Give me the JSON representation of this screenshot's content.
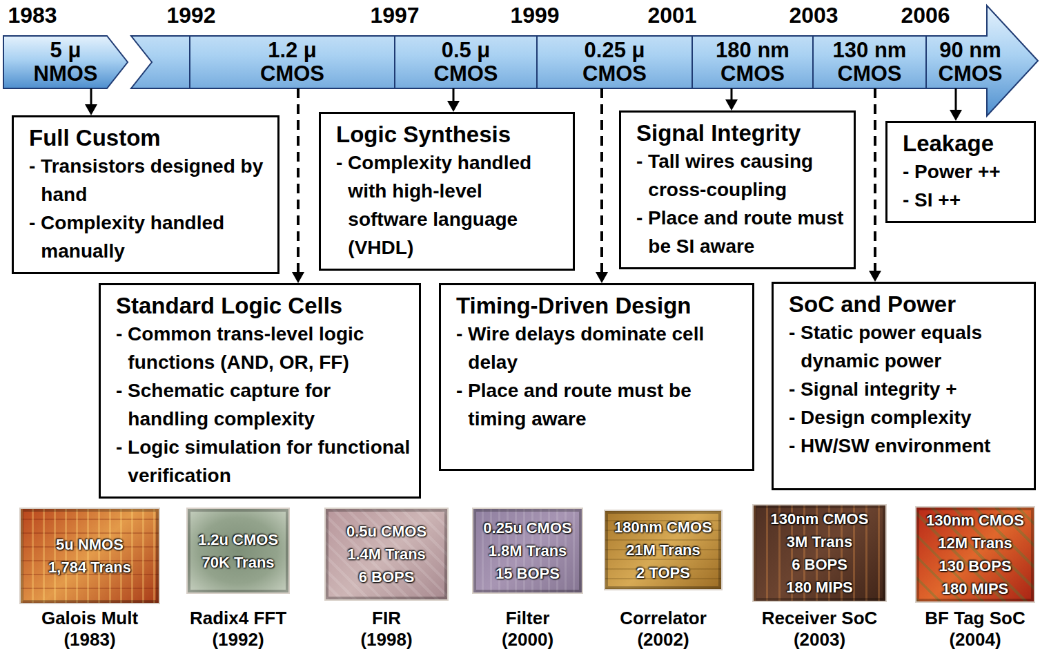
{
  "diagram": {
    "nodes": [
      {
        "text": [
          "5 μ NMOS"
        ]
      },
      {
        "text": [
          "1.2 μ CMOS"
        ]
      },
      {
        "text": [
          "0.5 μ CMOS"
        ]
      },
      {
        "text": [
          "0.25 μ CMOS"
        ]
      },
      {
        "text": [
          "180 nm CMOS"
        ]
      },
      {
        "text": [
          "130 nm CMOS"
        ]
      },
      {
        "text": [
          "90 nm CMOS"
        ]
      },
      {
        "text": [
          "Full Custom",
          "- Transistors designed by hand",
          "- Complexity handled manually"
        ]
      },
      {
        "text": [
          "Logic Synthesis",
          "- Complexity handled with high-level software language (VHDL)"
        ]
      },
      {
        "text": [
          "Signal Integrity",
          "- Tall wires causing cross-coupling",
          "- Place and route must be SI aware"
        ]
      },
      {
        "text": [
          "Leakage",
          "- Power ++",
          "- SI ++"
        ]
      },
      {
        "text": [
          "Standard Logic Cells",
          "- Common trans-level logic functions (AND, OR, FF)",
          "- Schematic capture for handling complexity",
          "- Logic simulation for functional verification"
        ]
      },
      {
        "text": [
          "Timing-Driven Design",
          "- Wire delays dominate cell delay",
          "- Place and route must be timing aware"
        ]
      },
      {
        "text": [
          "SoC and Power",
          "- Static power equals dynamic power",
          "- Signal integrity +",
          "- Design complexity",
          "- HW/SW environment"
        ]
      },
      {
        "text": [
          "5u NMOS",
          "1,784 Trans",
          "Galois Mult (1983)"
        ]
      },
      {
        "text": [
          "1.2u CMOS",
          "70K Trans",
          "Radix4 FFT (1992)"
        ]
      },
      {
        "text": [
          "0.5u CMOS",
          "1.4M Trans",
          "6 BOPS",
          "FIR (1998)"
        ]
      },
      {
        "text": [
          "0.25u CMOS",
          "1.8M Trans",
          "15 BOPS",
          "Filter (2000)"
        ]
      },
      {
        "text": [
          "180nm CMOS",
          "21M Trans",
          "2 TOPS",
          "Correlator (2002)"
        ]
      },
      {
        "text": [
          "130nm CMOS",
          "3M Trans",
          "6 BOPS",
          "180 MIPS",
          "Receiver SoC (2003)"
        ]
      },
      {
        "text": [
          "130nm CMOS",
          "12M Trans",
          "130 BOPS",
          "180 MIPS",
          "BF Tag SoC (2004)"
        ]
      }
    ],
    "edges": [
      {
        "from": 0,
        "to": 7,
        "arrow": "to"
      },
      {
        "from": 1,
        "to": 11,
        "arrow": "to"
      },
      {
        "from": 2,
        "to": 8,
        "arrow": "to"
      },
      {
        "from": 3,
        "to": 12,
        "arrow": "to"
      },
      {
        "from": 4,
        "to": 9,
        "arrow": "to"
      },
      {
        "from": 5,
        "to": 13,
        "arrow": "to"
      },
      {
        "from": 6,
        "to": 10,
        "arrow": "to"
      }
    ],
    "labels": [
      "1983",
      "1992",
      "1997",
      "1999",
      "2001",
      "2003",
      "2006"
    ]
  }
}
